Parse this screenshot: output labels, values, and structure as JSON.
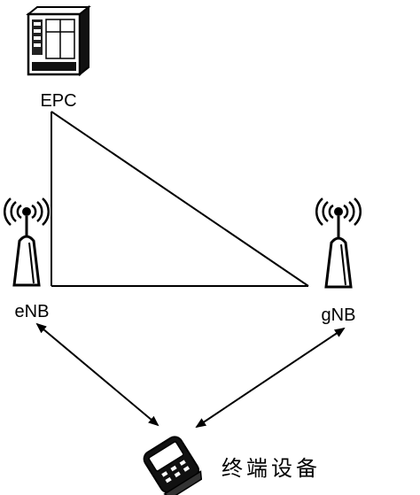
{
  "nodes": {
    "epc": {
      "label": "EPC",
      "icon": "server-icon"
    },
    "enb": {
      "label": "eNB",
      "icon": "base-station-antenna-icon"
    },
    "gnb": {
      "label": "gNB",
      "icon": "base-station-antenna-icon"
    },
    "terminal": {
      "label": "终端设备",
      "icon": "mobile-phone-icon"
    }
  },
  "links": [
    {
      "from": "epc",
      "to": "enb",
      "style": "line"
    },
    {
      "from": "epc",
      "to": "gnb",
      "style": "line"
    },
    {
      "from": "enb",
      "to": "gnb",
      "style": "line"
    },
    {
      "from": "enb",
      "to": "terminal",
      "style": "double-arrow"
    },
    {
      "from": "gnb",
      "to": "terminal",
      "style": "double-arrow"
    }
  ],
  "colors": {
    "stroke": "#000000",
    "background": "#ffffff"
  }
}
